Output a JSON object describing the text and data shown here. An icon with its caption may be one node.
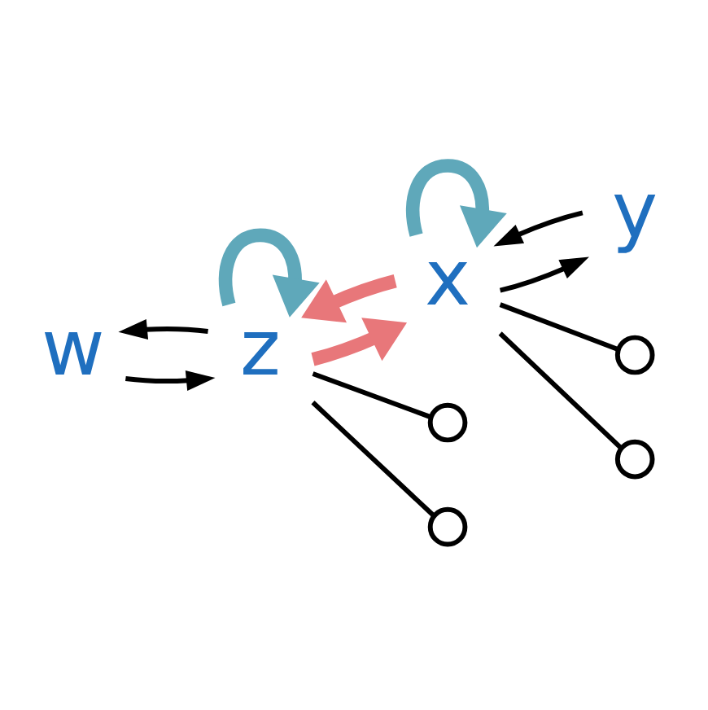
{
  "diagram": {
    "nodes": [
      {
        "text": [
          "w"
        ]
      },
      {
        "text": [
          "z"
        ]
      },
      {
        "text": [
          "x"
        ]
      },
      {
        "text": [
          "y"
        ]
      },
      {
        "text": [],
        "shape": "circle"
      },
      {
        "text": [],
        "shape": "circle"
      },
      {
        "text": [],
        "shape": "circle"
      },
      {
        "text": [],
        "shape": "circle"
      }
    ],
    "edges": [
      {
        "from": 0,
        "to": 1,
        "arrow": "to"
      },
      {
        "from": 1,
        "to": 0,
        "arrow": "to"
      },
      {
        "from": 2,
        "to": 3,
        "arrow": "to"
      },
      {
        "from": 3,
        "to": 2,
        "arrow": "to"
      },
      {
        "from": 1,
        "to": 1,
        "arrow": "to",
        "style": "thick",
        "color": "#5fa8ba"
      },
      {
        "from": 1,
        "to": 2,
        "arrow": "to",
        "style": "thick",
        "color": "#e8777a"
      },
      {
        "from": 2,
        "to": 1,
        "arrow": "to",
        "style": "thick",
        "color": "#e8777a"
      },
      {
        "from": 2,
        "to": 2,
        "arrow": "to",
        "style": "thick",
        "color": "#5fa8ba"
      },
      {
        "from": 1,
        "to": 4,
        "arrow": "none"
      },
      {
        "from": 2,
        "to": 5,
        "arrow": "none"
      },
      {
        "from": 1,
        "to": 6,
        "arrow": "none"
      },
      {
        "from": 2,
        "to": 7,
        "arrow": "none"
      }
    ]
  }
}
